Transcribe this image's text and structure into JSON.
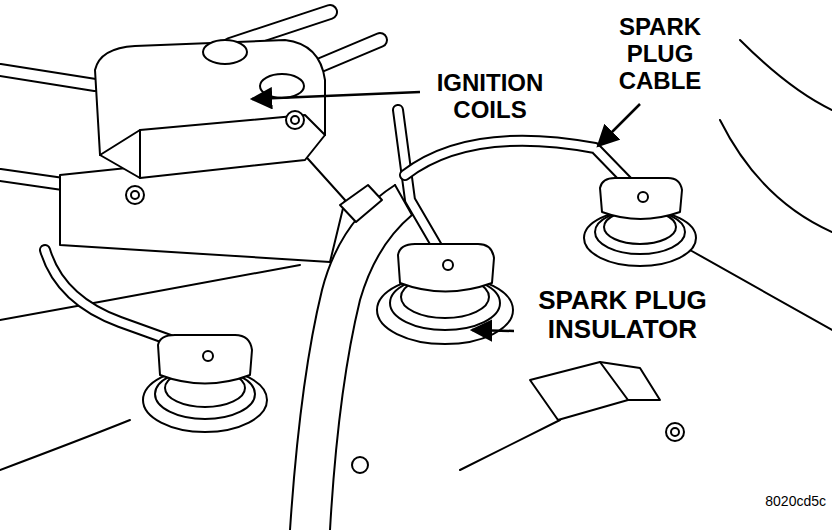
{
  "diagram": {
    "labels": [
      "IGNITION COILS",
      "SPARK PLUG CABLE",
      "SPARK PLUG INSULATOR",
      "8020cd5c"
    ]
  }
}
